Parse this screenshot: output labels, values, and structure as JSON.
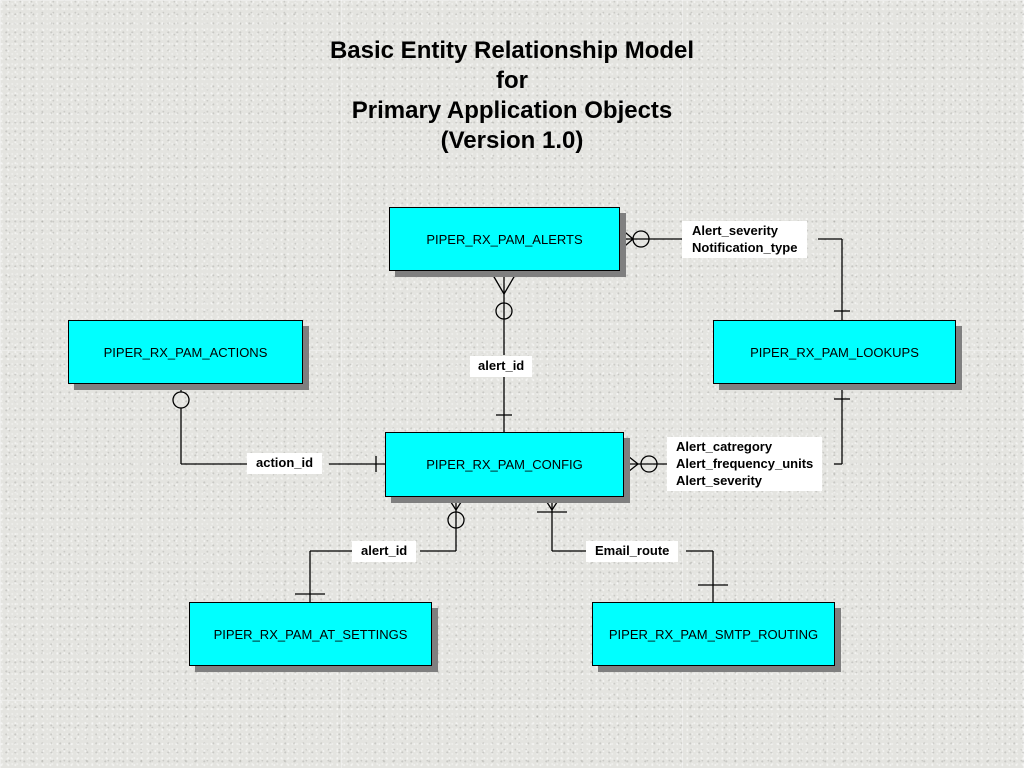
{
  "title": {
    "line1": "Basic Entity Relationship Model",
    "line2": "for",
    "line3": "Primary Application Objects",
    "line4": "(Version 1.0)"
  },
  "entities": {
    "alerts": "PIPER_RX_PAM_ALERTS",
    "actions": "PIPER_RX_PAM_ACTIONS",
    "lookups": "PIPER_RX_PAM_LOOKUPS",
    "config": "PIPER_RX_PAM_CONFIG",
    "at_settings": "PIPER_RX_PAM_AT_SETTINGS",
    "smtp_routing": "PIPER_RX_PAM_SMTP_ROUTING"
  },
  "relationship_labels": {
    "alerts_lookups": [
      "Alert_severity",
      "Notification_type"
    ],
    "alerts_config": "alert_id",
    "actions_config": "action_id",
    "config_lookups": [
      "Alert_catregory",
      "Alert_frequency_units",
      "Alert_severity"
    ],
    "config_at_settings": "alert_id",
    "config_smtp_routing": "Email_route"
  },
  "colors": {
    "entity_fill": "#00ffff",
    "entity_shadow": "#7f7f7f",
    "line": "#000000",
    "label_background": "#ffffff"
  }
}
